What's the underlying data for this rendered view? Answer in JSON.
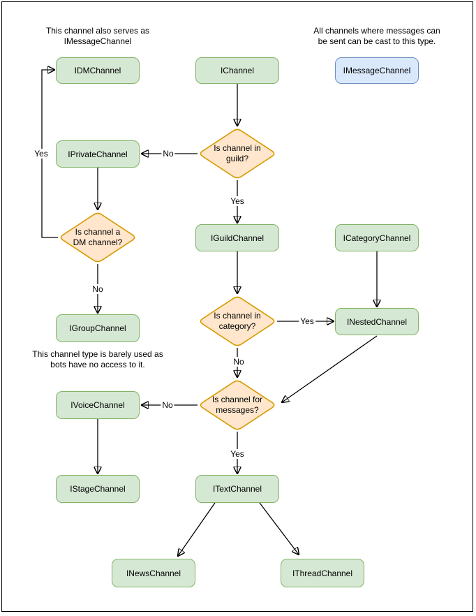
{
  "palette": {
    "green_fill": "#d5e8d4",
    "green_stroke": "#82b366",
    "orange_fill": "#ffe6cc",
    "orange_stroke": "#d79b00",
    "blue_fill": "#dae8fc",
    "blue_stroke": "#6c8ebf",
    "line_color": "#000000",
    "text_color": "#000000",
    "page_border": "#000000",
    "page_background": "#ffffff"
  },
  "notes": {
    "dm": "This channel also serves as\nIMessageChannel",
    "message": "All channels where messages can\nbe sent can be cast to this type.",
    "group": "This channel type is barely used as\nbots have no access to it."
  },
  "nodes": {
    "idm": {
      "label": "IDMChannel"
    },
    "ichannel": {
      "label": "IChannel"
    },
    "imessage": {
      "label": "IMessageChannel"
    },
    "iprivate": {
      "label": "IPrivateChannel"
    },
    "iguild": {
      "label": "IGuildChannel"
    },
    "icategory": {
      "label": "ICategoryChannel"
    },
    "igroup": {
      "label": "IGroupChannel"
    },
    "inested": {
      "label": "INestedChannel"
    },
    "ivoice": {
      "label": "IVoiceChannel"
    },
    "istage": {
      "label": "IStageChannel"
    },
    "itext": {
      "label": "ITextChannel"
    },
    "inews": {
      "label": "INewsChannel"
    },
    "ithread": {
      "label": "IThreadChannel"
    }
  },
  "decisions": {
    "guild": {
      "label": "Is channel in\nguild?"
    },
    "dm": {
      "label": "Is channel a\nDM channel?"
    },
    "category": {
      "label": "Is channel in\ncategory?"
    },
    "messages": {
      "label": "Is channel for\nmessages?"
    }
  },
  "edge_labels": {
    "guild_no": "No",
    "guild_yes": "Yes",
    "dm_yes": "Yes",
    "dm_no": "No",
    "category_yes": "Yes",
    "category_no": "No",
    "messages_no": "No",
    "messages_yes": "Yes"
  }
}
